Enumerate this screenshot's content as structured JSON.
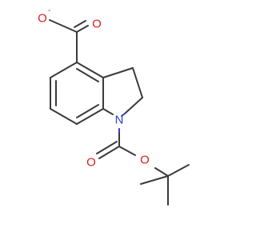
{
  "molecule": {
    "atoms": {
      "carboxylate_o_minus": "O",
      "carboxylate_charge": "-",
      "carboxylate_o_double": "O",
      "ring_n": "N",
      "carbamate_o_double": "O",
      "carbamate_o_ether": "O"
    },
    "colors": {
      "carbon_bond": "#3a3a3a",
      "oxygen": "#e01b1b",
      "nitrogen": "#2a3fd8"
    }
  }
}
